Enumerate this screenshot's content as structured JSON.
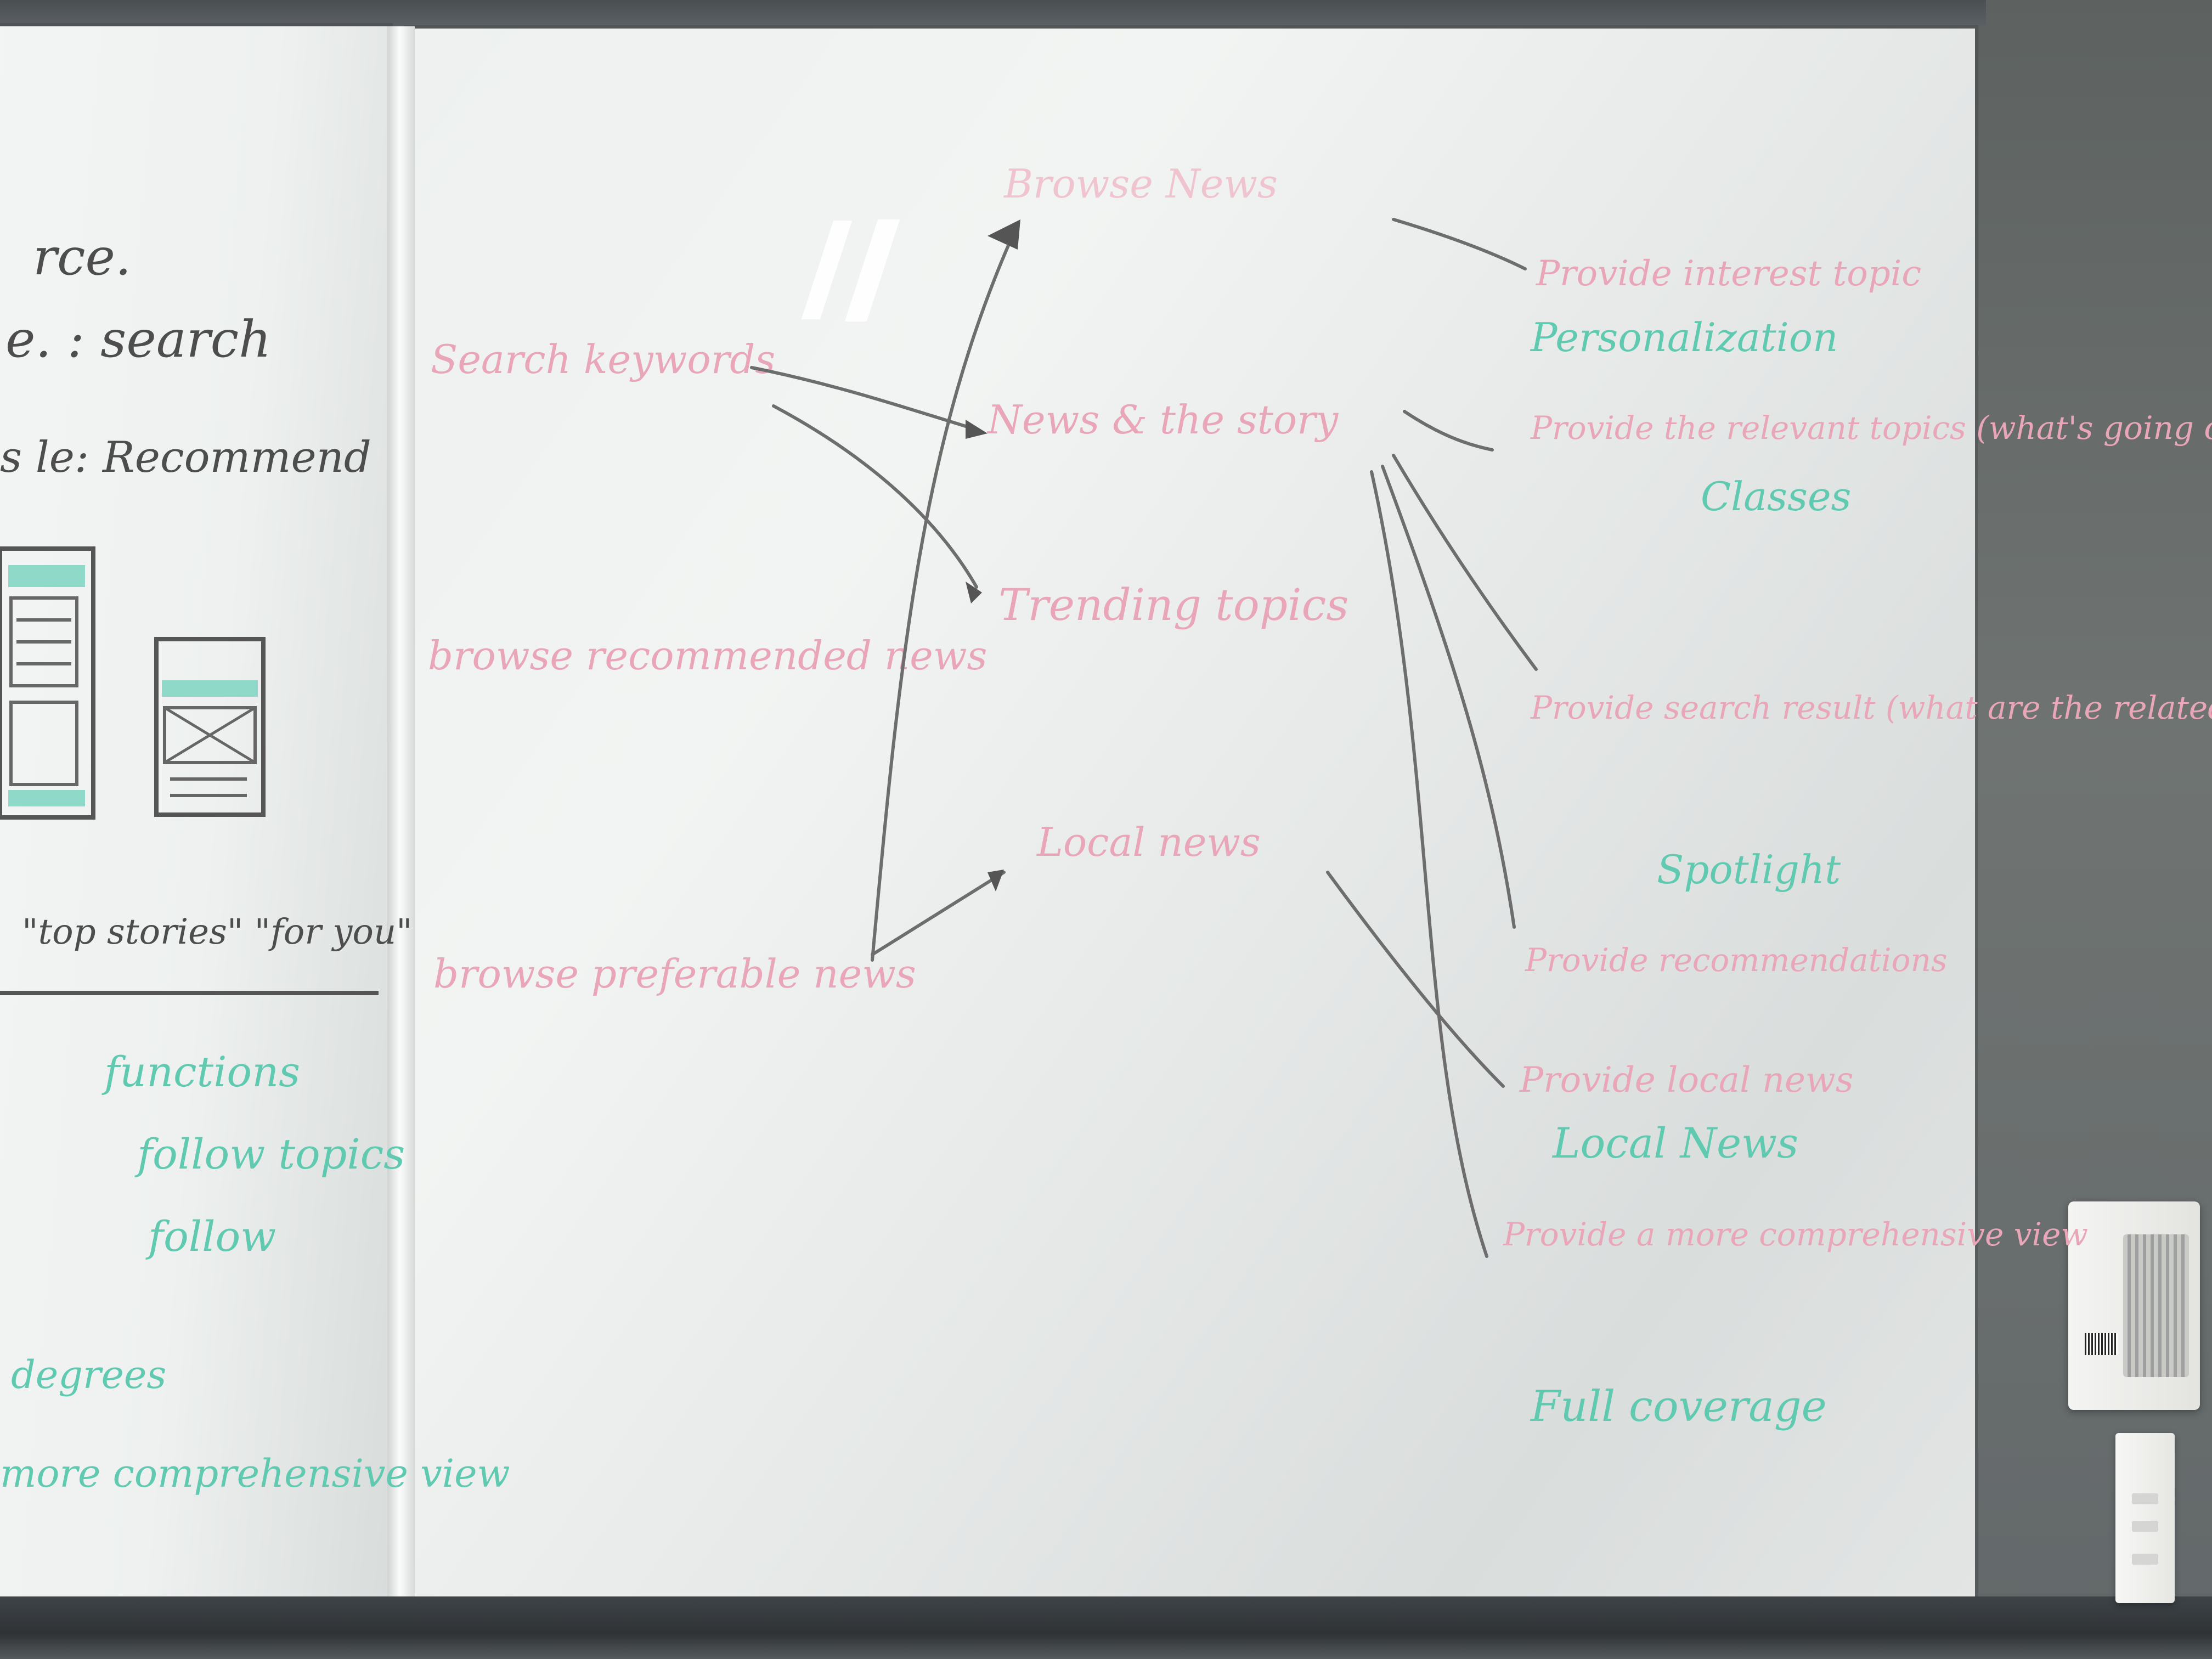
{
  "left_panel": {
    "line1": "rce.",
    "line2": "e. : search",
    "line3": "s le: Recommend",
    "tabs_label": "\"top stories\" \"for you\"",
    "functions": "functions",
    "follow1": "follow topics",
    "follow2": "follow",
    "bottom1": "degrees",
    "bottom2": "more comprehensive view"
  },
  "main_board": {
    "user_needs": [
      "Search keywords",
      "browse recommended news",
      "browse preferable news"
    ],
    "features": [
      "Browse News",
      "News & the story",
      "Trending topics",
      "Local news"
    ],
    "provides": [
      "Provide interest topic",
      "Provide the relevant topics (what's going on now)",
      "Provide search result (what are the related topics)",
      "Provide recommendations",
      "Provide local news",
      "Provide a more comprehensive view"
    ],
    "labels": [
      "Personalization",
      "Classes",
      "Spotlight",
      "Local News",
      "Full coverage"
    ]
  }
}
